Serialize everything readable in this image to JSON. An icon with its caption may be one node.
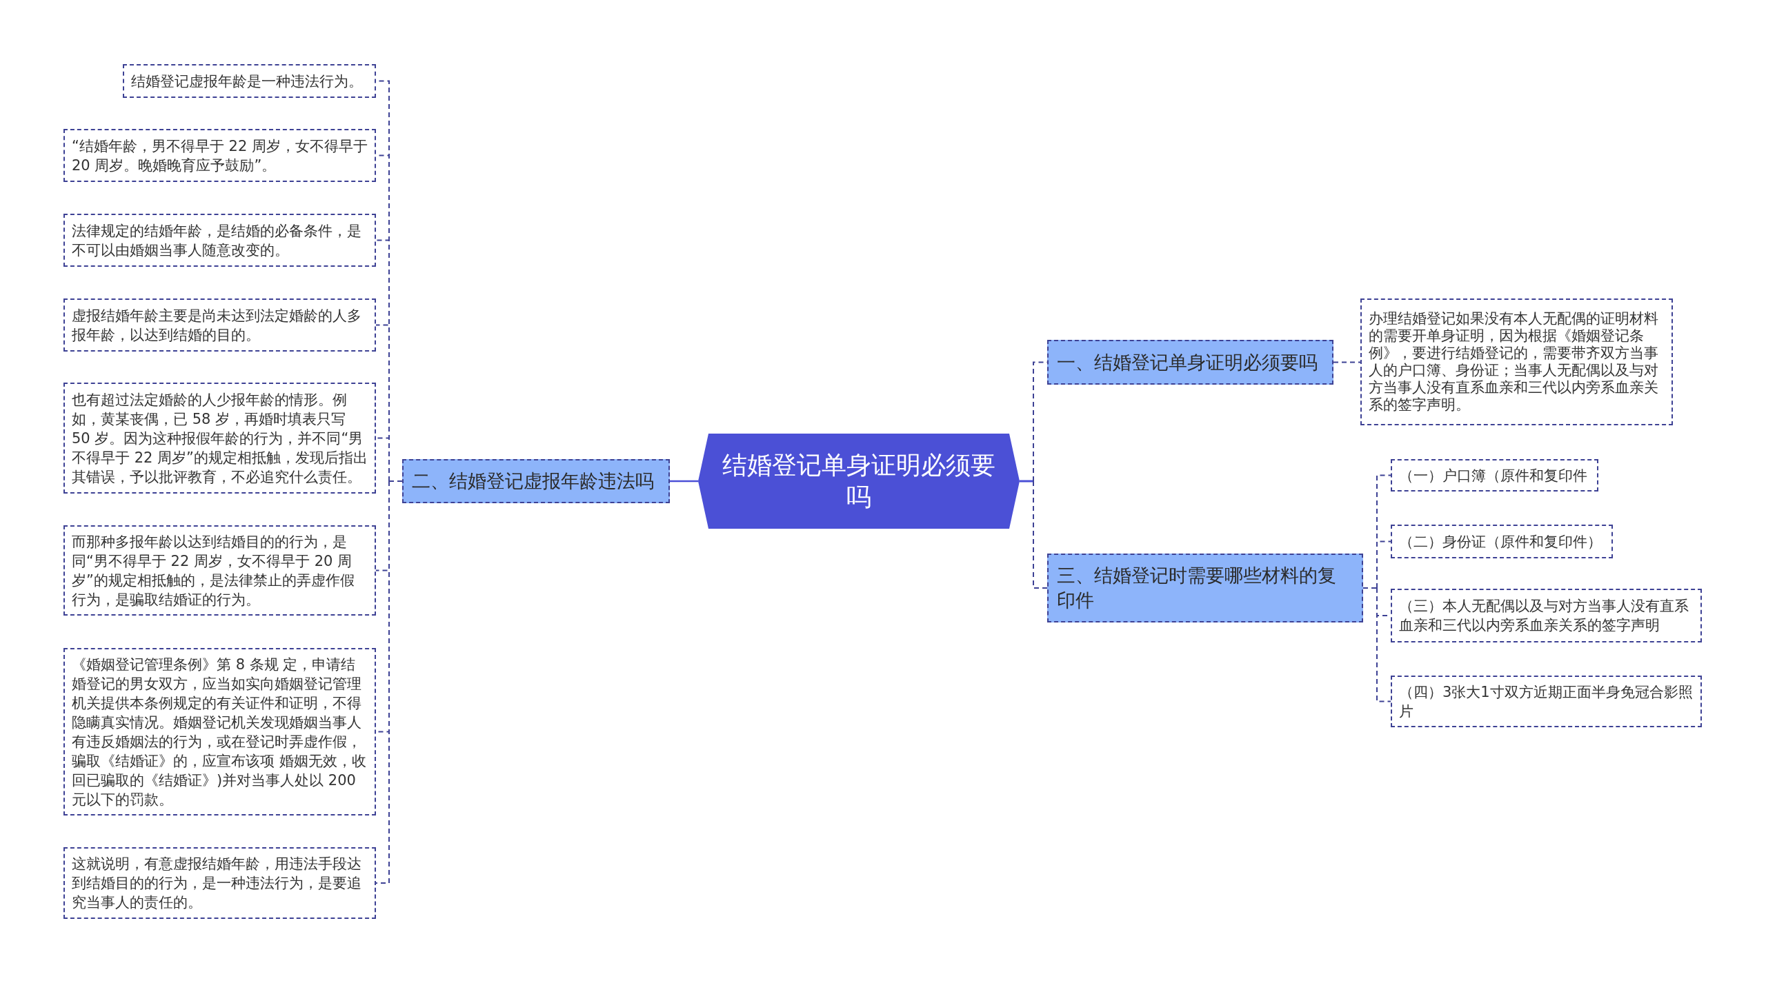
{
  "diagram": {
    "nodes": [
      {
        "text": [
          "结婚登记单身证明必须要吗"
        ]
      },
      {
        "text": [
          "二、结婚登记虚报年龄违法吗"
        ]
      },
      {
        "text": [
          "结婚登记虚报年龄是一种违法行为。"
        ]
      },
      {
        "text": [
          "“结婚年龄，男不得早于 22 周岁，女不得早于 20 周岁。晚婚晚育应予鼓励”。"
        ]
      },
      {
        "text": [
          "法律规定的结婚年龄，是结婚的必备条件，是不可以由婚姻当事人随意改变的。"
        ]
      },
      {
        "text": [
          "虚报结婚年龄主要是尚未达到法定婚龄的人多报年龄，以达到结婚的目的。"
        ]
      },
      {
        "text": [
          "也有超过法定婚龄的人少报年龄的情形。例如，黄某丧偶，已 58 岁，再婚时填表只写 50 岁。因为这种报假年龄的行为，并不同“男不得早于 22 周岁”的规定相抵触，发现后指出其错误，予以批评教育，不必追究什么责任。"
        ]
      },
      {
        "text": [
          "而那种多报年龄以达到结婚目的的行为，是同“男不得早于 22 周岁，女不得早于 20 周岁”的规定相抵触的，是法律禁止的弄虚作假行为，是骗取结婚证的行为。"
        ]
      },
      {
        "text": [
          "《婚姻登记管理条例》第 8 条规 定，申请结婚登记的男女双方，应当如实向婚姻登记管理机关提供本条例规定的有关证件和证明，不得隐瞒真实情况。婚姻登记机关发现婚姻当事人有违反婚姻法的行为，或在登记时弄虚作假，骗取《结婚证》的，应宣布该项 婚姻无效，收回已骗取的《结婚证》)并对当事人处以 200 元以下的罚款。"
        ]
      },
      {
        "text": [
          "这就说明，有意虚报结婚年龄，用违法手段达到结婚目的的行为，是一种违法行为，是要追究当事人的责任的。"
        ]
      },
      {
        "text": [
          "一、结婚登记单身证明必须要吗"
        ]
      },
      {
        "text": [
          "办理结婚登记如果没有本人无配偶的证明材料的需要开单身证明，因为根据《婚姻登记条例》，要进行结婚登记的，需要带齐双方当事人的户口簿、身份证；当事人无配偶以及与对方当事人没有直系血亲和三代以内旁系血亲关系的签字声明。"
        ]
      },
      {
        "text": [
          "三、结婚登记时需要哪些材料的复印件"
        ]
      },
      {
        "text": [
          "（一）户口簿（原件和复印件"
        ]
      },
      {
        "text": [
          "（二）身份证（原件和复印件）"
        ]
      },
      {
        "text": [
          "（三）本人无配偶以及与对方当事人没有直系血亲和三代以内旁系血亲关系的签字声明"
        ]
      },
      {
        "text": [
          "（四）3张大1寸双方近期正面半身免冠合影照片"
        ]
      }
    ],
    "edges": [
      {
        "from": 0,
        "to": 1,
        "arrow": "none",
        "color": "#4b50d6"
      },
      {
        "from": 1,
        "to": 2,
        "arrow": "none",
        "style": "dashed"
      },
      {
        "from": 1,
        "to": 3,
        "arrow": "none",
        "style": "dashed"
      },
      {
        "from": 1,
        "to": 4,
        "arrow": "none",
        "style": "dashed"
      },
      {
        "from": 1,
        "to": 5,
        "arrow": "none",
        "style": "dashed"
      },
      {
        "from": 1,
        "to": 6,
        "arrow": "none",
        "style": "dashed"
      },
      {
        "from": 1,
        "to": 7,
        "arrow": "none",
        "style": "dashed"
      },
      {
        "from": 1,
        "to": 8,
        "arrow": "none",
        "style": "dashed"
      },
      {
        "from": 1,
        "to": 9,
        "arrow": "none",
        "style": "dashed"
      },
      {
        "from": 0,
        "to": 10,
        "arrow": "none",
        "style": "dashed"
      },
      {
        "from": 10,
        "to": 11,
        "arrow": "none",
        "style": "dashed"
      },
      {
        "from": 0,
        "to": 12,
        "arrow": "none",
        "style": "dashed"
      },
      {
        "from": 12,
        "to": 13,
        "arrow": "none",
        "style": "dashed"
      },
      {
        "from": 12,
        "to": 14,
        "arrow": "none",
        "style": "dashed"
      },
      {
        "from": 12,
        "to": 15,
        "arrow": "none",
        "style": "dashed"
      },
      {
        "from": 12,
        "to": 16,
        "arrow": "none",
        "style": "dashed"
      }
    ]
  }
}
